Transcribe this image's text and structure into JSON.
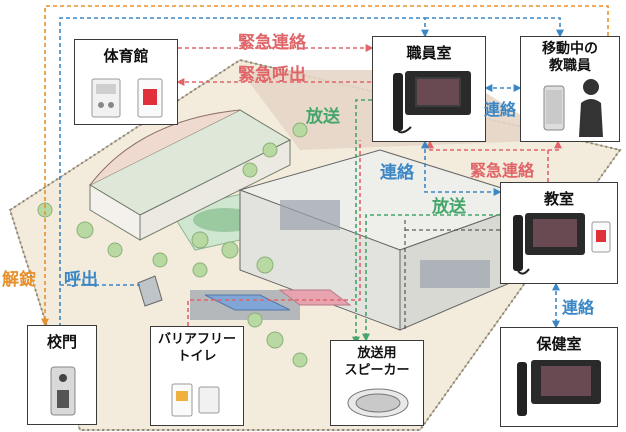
{
  "locations": {
    "gym": "体育館",
    "staff_room": "職員室",
    "mobile_staff": "移動中の\n教職員",
    "classroom": "教室",
    "health_room": "保健室",
    "school_gate": "校門",
    "barrier_free_toilet": "バリアフリー\nトイレ",
    "pa_speaker": "放送用\nスピーカー"
  },
  "flows": {
    "emergency_contact_top": "緊急連絡",
    "emergency_call": "緊急呼出",
    "broadcast_left": "放送",
    "broadcast_mid": "放送",
    "contact_staff_mobile": "連絡",
    "contact_staff_classroom": "連絡",
    "emergency_contact_classroom": "緊急連絡",
    "contact_classroom_health": "連絡",
    "unlock": "解錠",
    "call": "呼出"
  },
  "colors": {
    "emergency": "#e06468",
    "broadcast": "#45a66b",
    "contact": "#3b87c6",
    "unlock": "#e7902e"
  },
  "icons": [
    "intercom-panel-icon",
    "emergency-button-icon",
    "video-monitor-icon",
    "smartphone-icon",
    "staff-silhouette-icon",
    "gate-intercom-icon",
    "toilet-call-button-icon",
    "ceiling-speaker-icon"
  ]
}
